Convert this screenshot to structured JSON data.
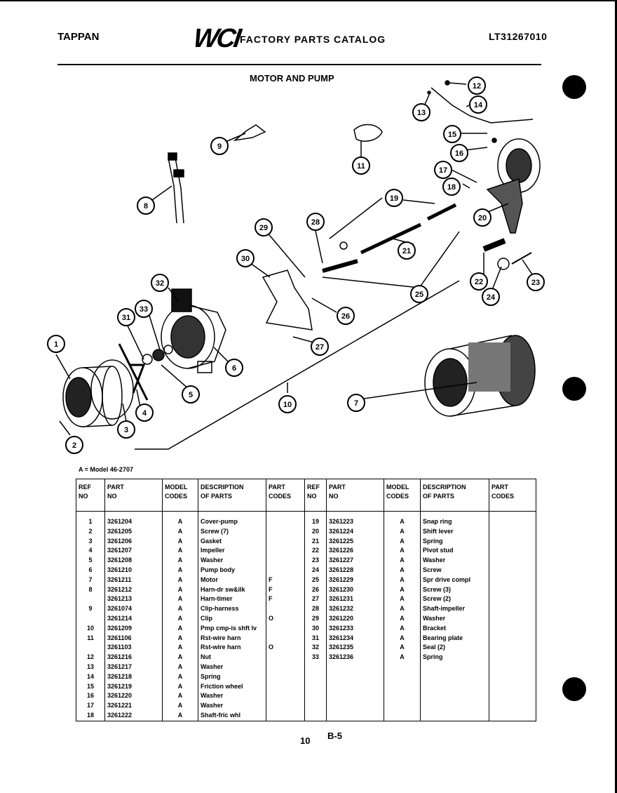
{
  "header": {
    "brand": "TAPPAN",
    "logo": "WCI",
    "catalog_title": "FACTORY PARTS CATALOG",
    "catalog_number": "LT31267010"
  },
  "section_title": "MOTOR AND PUMP",
  "callouts": [
    "1",
    "2",
    "3",
    "4",
    "5",
    "6",
    "7",
    "8",
    "9",
    "10",
    "11",
    "12",
    "13",
    "14",
    "15",
    "16",
    "17",
    "18",
    "19",
    "20",
    "21",
    "22",
    "23",
    "24",
    "25",
    "26",
    "27",
    "28",
    "29",
    "30",
    "31",
    "32",
    "33"
  ],
  "model_note": "A = Model 46-2707",
  "table": {
    "headers": {
      "ref_no": "REF\nNO",
      "part_no": "PART\nNO",
      "model_codes": "MODEL\nCODES",
      "description": "DESCRIPTION\nOF PARTS",
      "part_codes": "PART\nCODES"
    },
    "left": {
      "ref": "1\n2\n3\n4\n5\n6\n7\n8\n\n9\n\n10\n11\n\n12\n13\n14\n15\n16\n17\n18",
      "part": "3261204\n3261205\n3261206\n3261207\n3261208\n3261210\n3261211\n3261212\n3261213\n3261074\n3261214\n3261209\n3261106\n3261103\n3261216\n3261217\n3261218\n3261219\n3261220\n3261221\n3261222",
      "model": "A\nA\nA\nA\nA\nA\nA\nA\nA\nA\nA\nA\nA\nA\nA\nA\nA\nA\nA\nA\nA",
      "desc": "Cover-pump\nScrew (7)\nGasket\nImpeller\nWasher\nPump body\nMotor\nHarn-dr sw&ilk\nHarn-timer\nClip-harness\nClip\nPmp cmp-is shft lv\nRst-wire harn\nRst-wire harn\nNut\nWasher\nSpring\nFriction wheel\nWasher\nWasher\nShaft-fric whl",
      "codes": "\n\n\n\n\n\nF\nF\nF\n\nO\n\n\nO"
    },
    "right": {
      "ref": "19\n20\n21\n22\n23\n24\n25\n26\n27\n28\n29\n30\n31\n32\n33",
      "part": "3261223\n3261224\n3261225\n3261226\n3261227\n3261228\n3261229\n3261230\n3261231\n3261232\n3261220\n3261233\n3261234\n3261235\n3261236",
      "model": "A\nA\nA\nA\nA\nA\nA\nA\nA\nA\nA\nA\nA\nA\nA",
      "desc": "Snap ring\nShift lever\nSpring\nPivot stud\nWasher\nScrew\nSpr drive compl\nScrew (3)\nScrew (2)\nShaft-impeller\nWasher\nBracket\nBearing plate\nSeal (2)\nSpring",
      "codes": ""
    }
  },
  "footer": {
    "page_number": "10",
    "section": "B-5"
  }
}
